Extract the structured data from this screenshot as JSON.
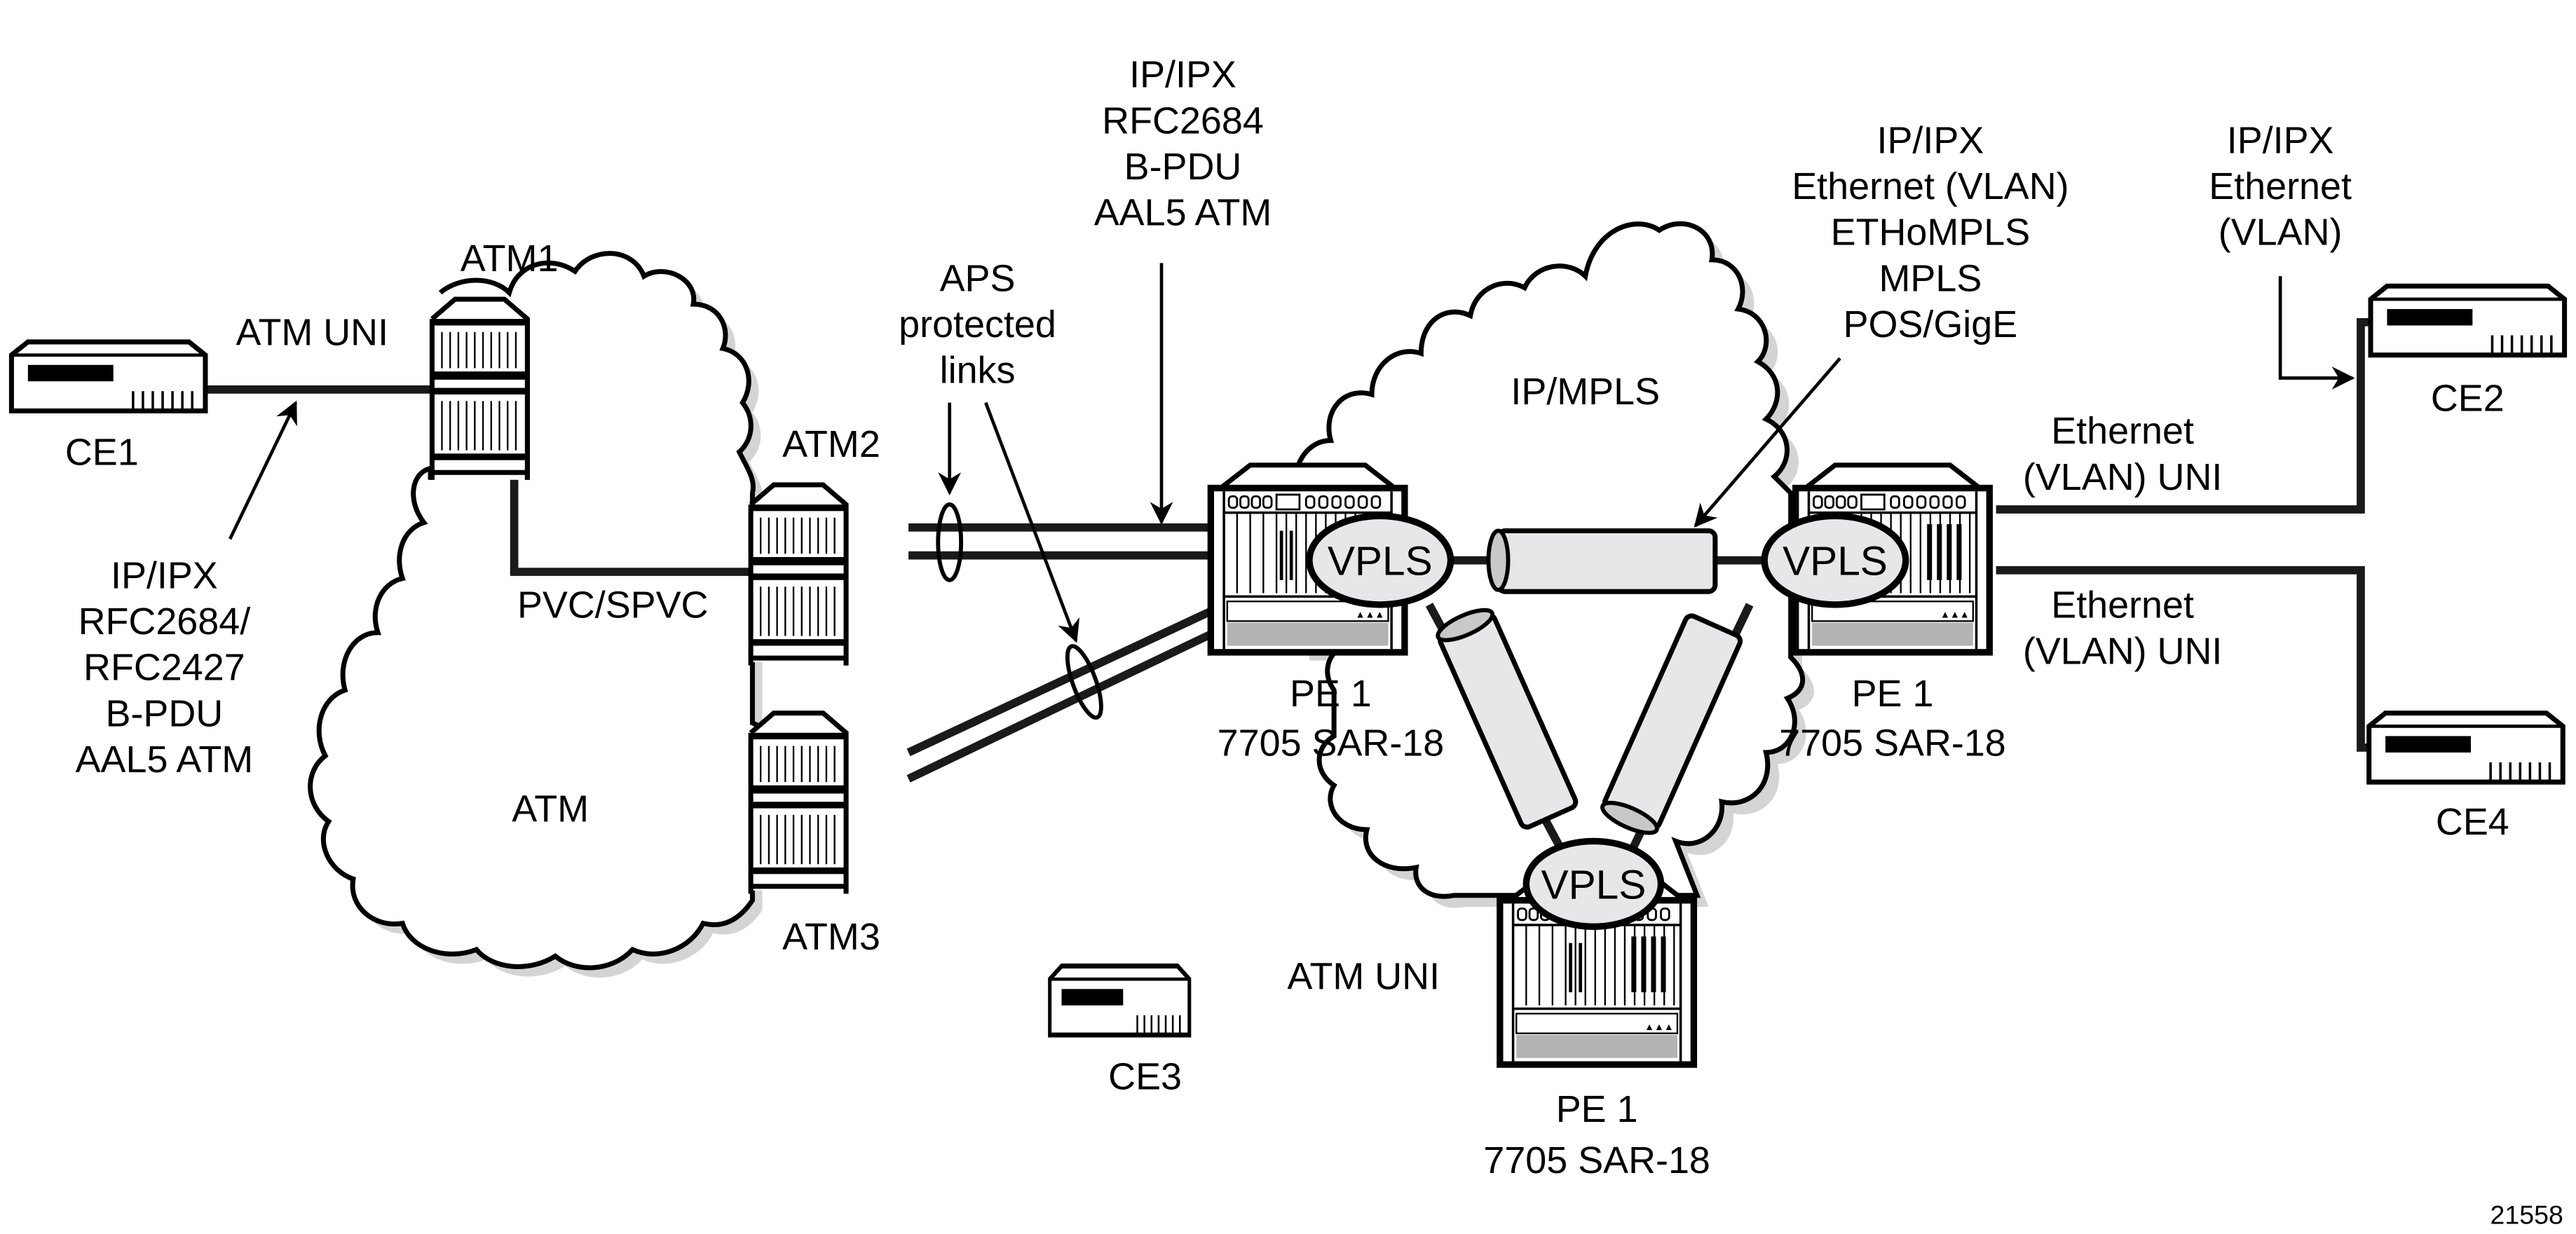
{
  "figure": {
    "id": "21558",
    "colors": {
      "line": "#1a1a1a",
      "cloud_shadow": "#d4d4d4",
      "tunnel_fill": "#e6e7e8",
      "chassis_panel": "#b3b3b3"
    }
  },
  "clouds": {
    "atm": "ATM",
    "ip_mpls": "IP/MPLS"
  },
  "devices": {
    "ce1": "CE1",
    "ce2": "CE2",
    "ce3": "CE3",
    "ce4": "CE4",
    "atm1": "ATM1",
    "atm2": "ATM2",
    "atm3": "ATM3",
    "pe_left": {
      "name": "PE 1",
      "model": "7705 SAR-18",
      "service": "VPLS"
    },
    "pe_right": {
      "name": "PE 1",
      "model": "7705 SAR-18",
      "service": "VPLS"
    },
    "pe_bottom": {
      "name": "PE 1",
      "model": "7705 SAR-18",
      "service": "VPLS"
    }
  },
  "links": {
    "ce1_atm1": "ATM UNI",
    "atm1_atm2": "PVC/SPVC",
    "ce3_pe": "ATM UNI",
    "pe_ce2": [
      "Ethernet",
      "(VLAN) UNI"
    ],
    "pe_ce4": [
      "Ethernet",
      "(VLAN) UNI"
    ]
  },
  "annotations": {
    "left_stack": [
      "IP/IPX",
      "RFC2684/",
      "RFC2427",
      "B-PDU",
      "AAL5 ATM"
    ],
    "aps": [
      "APS",
      "protected",
      "links"
    ],
    "top_stack": [
      "IP/IPX",
      "RFC2684",
      "B-PDU",
      "AAL5 ATM"
    ],
    "mpls_stack": [
      "IP/IPX",
      "Ethernet (VLAN)",
      "ETHoMPLS",
      "MPLS",
      "POS/GigE"
    ],
    "ce2_stack": [
      "IP/IPX",
      "Ethernet",
      "(VLAN)"
    ]
  }
}
